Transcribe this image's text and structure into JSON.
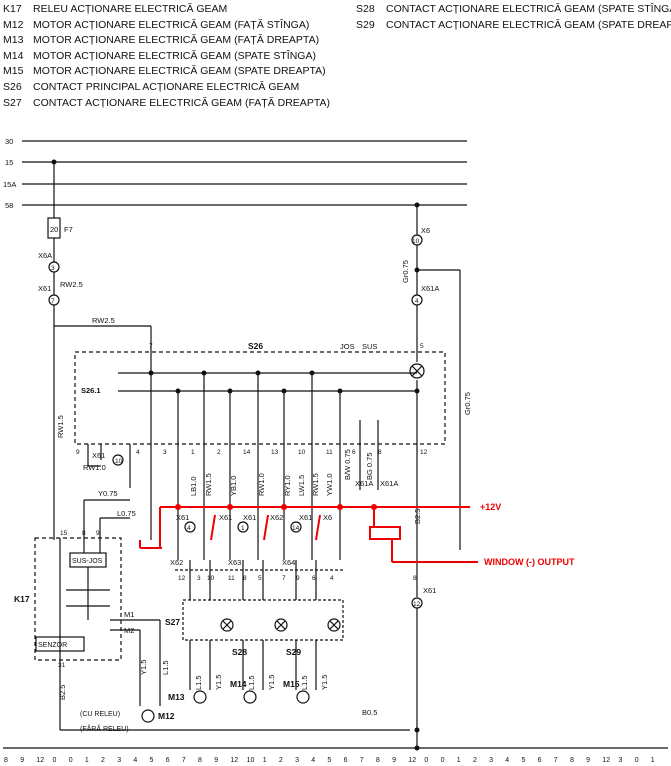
{
  "legend_left": [
    {
      "code": "K17",
      "text": "RELEU ACȚIONARE ELECTRICĂ GEAM"
    },
    {
      "code": "M12",
      "text": "MOTOR ACȚIONARE ELECTRICĂ GEAM (FAȚĂ STÎNGA)"
    },
    {
      "code": "M13",
      "text": "MOTOR ACȚIONARE ELECTRICĂ GEAM (FAȚĂ DREAPTA)"
    },
    {
      "code": "M14",
      "text": "MOTOR ACȚIONARE ELECTRICĂ GEAM (SPATE STÎNGA)"
    },
    {
      "code": "M15",
      "text": "MOTOR ACȚIONARE ELECTRICĂ GEAM (SPATE DREAPTA)"
    },
    {
      "code": "S26",
      "text": "CONTACT PRINCIPAL ACȚIONARE ELECTRICĂ GEAM"
    },
    {
      "code": "S27",
      "text": "CONTACT ACȚIONARE ELECTRICĂ GEAM (FAȚĂ DREAPTA)"
    }
  ],
  "legend_right": [
    {
      "code": "S28",
      "text": "CONTACT ACȚIONARE ELECTRICĂ GEAM (SPATE STÎNGA)"
    },
    {
      "code": "S29",
      "text": "CONTACT ACȚIONARE ELECTRICĂ GEAM (SPATE DREAPTA)"
    }
  ],
  "buses": [
    "30",
    "15",
    "15A",
    "58"
  ],
  "fuse": {
    "num": "20",
    "label": "F7"
  },
  "connectors": {
    "x6a": "X6A",
    "x6a_pin": "3",
    "x61": "X61",
    "x61_pin": "7",
    "x6": "X6",
    "x6_pin": "10",
    "x61a": "X61A",
    "x61a_pin": "4",
    "x61_10": "10",
    "x61_r12": "12",
    "x61_r": "X61"
  },
  "wires": {
    "rw25a": "RW2.5",
    "rw25b": "RW2.5",
    "rw15": "RW1.5",
    "rw10": "RW1.0",
    "gr075a": "Gr0.75",
    "gr075b": "Gr0.75",
    "y075": "Y0.75",
    "l075": "L0.75",
    "b25": "B2.5",
    "b25r": "B2.5",
    "b05": "B0.5",
    "y15": "Y1.5",
    "l15": "L1.5",
    "l15b": "L1.5",
    "y15b": "Y1.5",
    "l15c": "L1.5",
    "y15c": "Y1.5",
    "l15d": "L1.5",
    "y15d": "Y1.5"
  },
  "s26": {
    "name": "S26",
    "jos": "JOS",
    "sus": "SUS",
    "s261": "S26.1",
    "pin7": "7",
    "pin5": "5",
    "pin9": "9",
    "pin4": "4",
    "pin3": "3",
    "pin1": "1",
    "pin2": "2",
    "pin14": "14",
    "pin13": "13",
    "pin10": "10",
    "pin11": "11",
    "pin6": "6",
    "pin8": "8",
    "pin12": "12"
  },
  "wire_vert": [
    "LB1.0",
    "RW1.5",
    "YB1.0",
    "RW1.0",
    "RY1.0",
    "LW1.5",
    "RW1.5",
    "YW1.0",
    "B/W 0.75",
    "BG 0.75"
  ],
  "x61a_small": [
    "X61A",
    "X61A"
  ],
  "row_conn": [
    "X61",
    "X61",
    "X61",
    "X62",
    "X61",
    "X6"
  ],
  "row_pins": [
    "4",
    "1",
    "14"
  ],
  "k17": {
    "name": "K17",
    "susjos": "SUS-JOS",
    "senzor": "SENZOR",
    "m1": "M1",
    "m2": "M2",
    "p15": "15",
    "p8": "8",
    "p9": "9",
    "p31": "31"
  },
  "lower_conn": [
    "X62",
    "X63",
    "X64"
  ],
  "lower_pins": [
    "12",
    "3",
    "10",
    "11",
    "8",
    "5",
    "7",
    "9",
    "6",
    "4"
  ],
  "sw_labels": [
    "S27",
    "S28",
    "S29"
  ],
  "motors": [
    "M13",
    "M14",
    "M15",
    "M12"
  ],
  "m12_notes": [
    "(CU RELEU)",
    "(FĂRĂ RELEU)"
  ],
  "annot": {
    "plus12v": "+12V",
    "window": "WINDOW (-) OUTPUT"
  },
  "bottom_left": [
    "8",
    "9",
    "12",
    "0",
    "0",
    "1",
    "2",
    "3",
    "4",
    "5",
    "6",
    "7",
    "8",
    "9",
    "12",
    "10",
    "1",
    "2",
    "3",
    "4",
    "5",
    "6",
    "7",
    "8",
    "9",
    "12",
    "0",
    "0",
    "1",
    "2",
    "3",
    "4",
    "5",
    "6",
    "7",
    "8",
    "9",
    "12",
    "3",
    "0",
    "1"
  ]
}
